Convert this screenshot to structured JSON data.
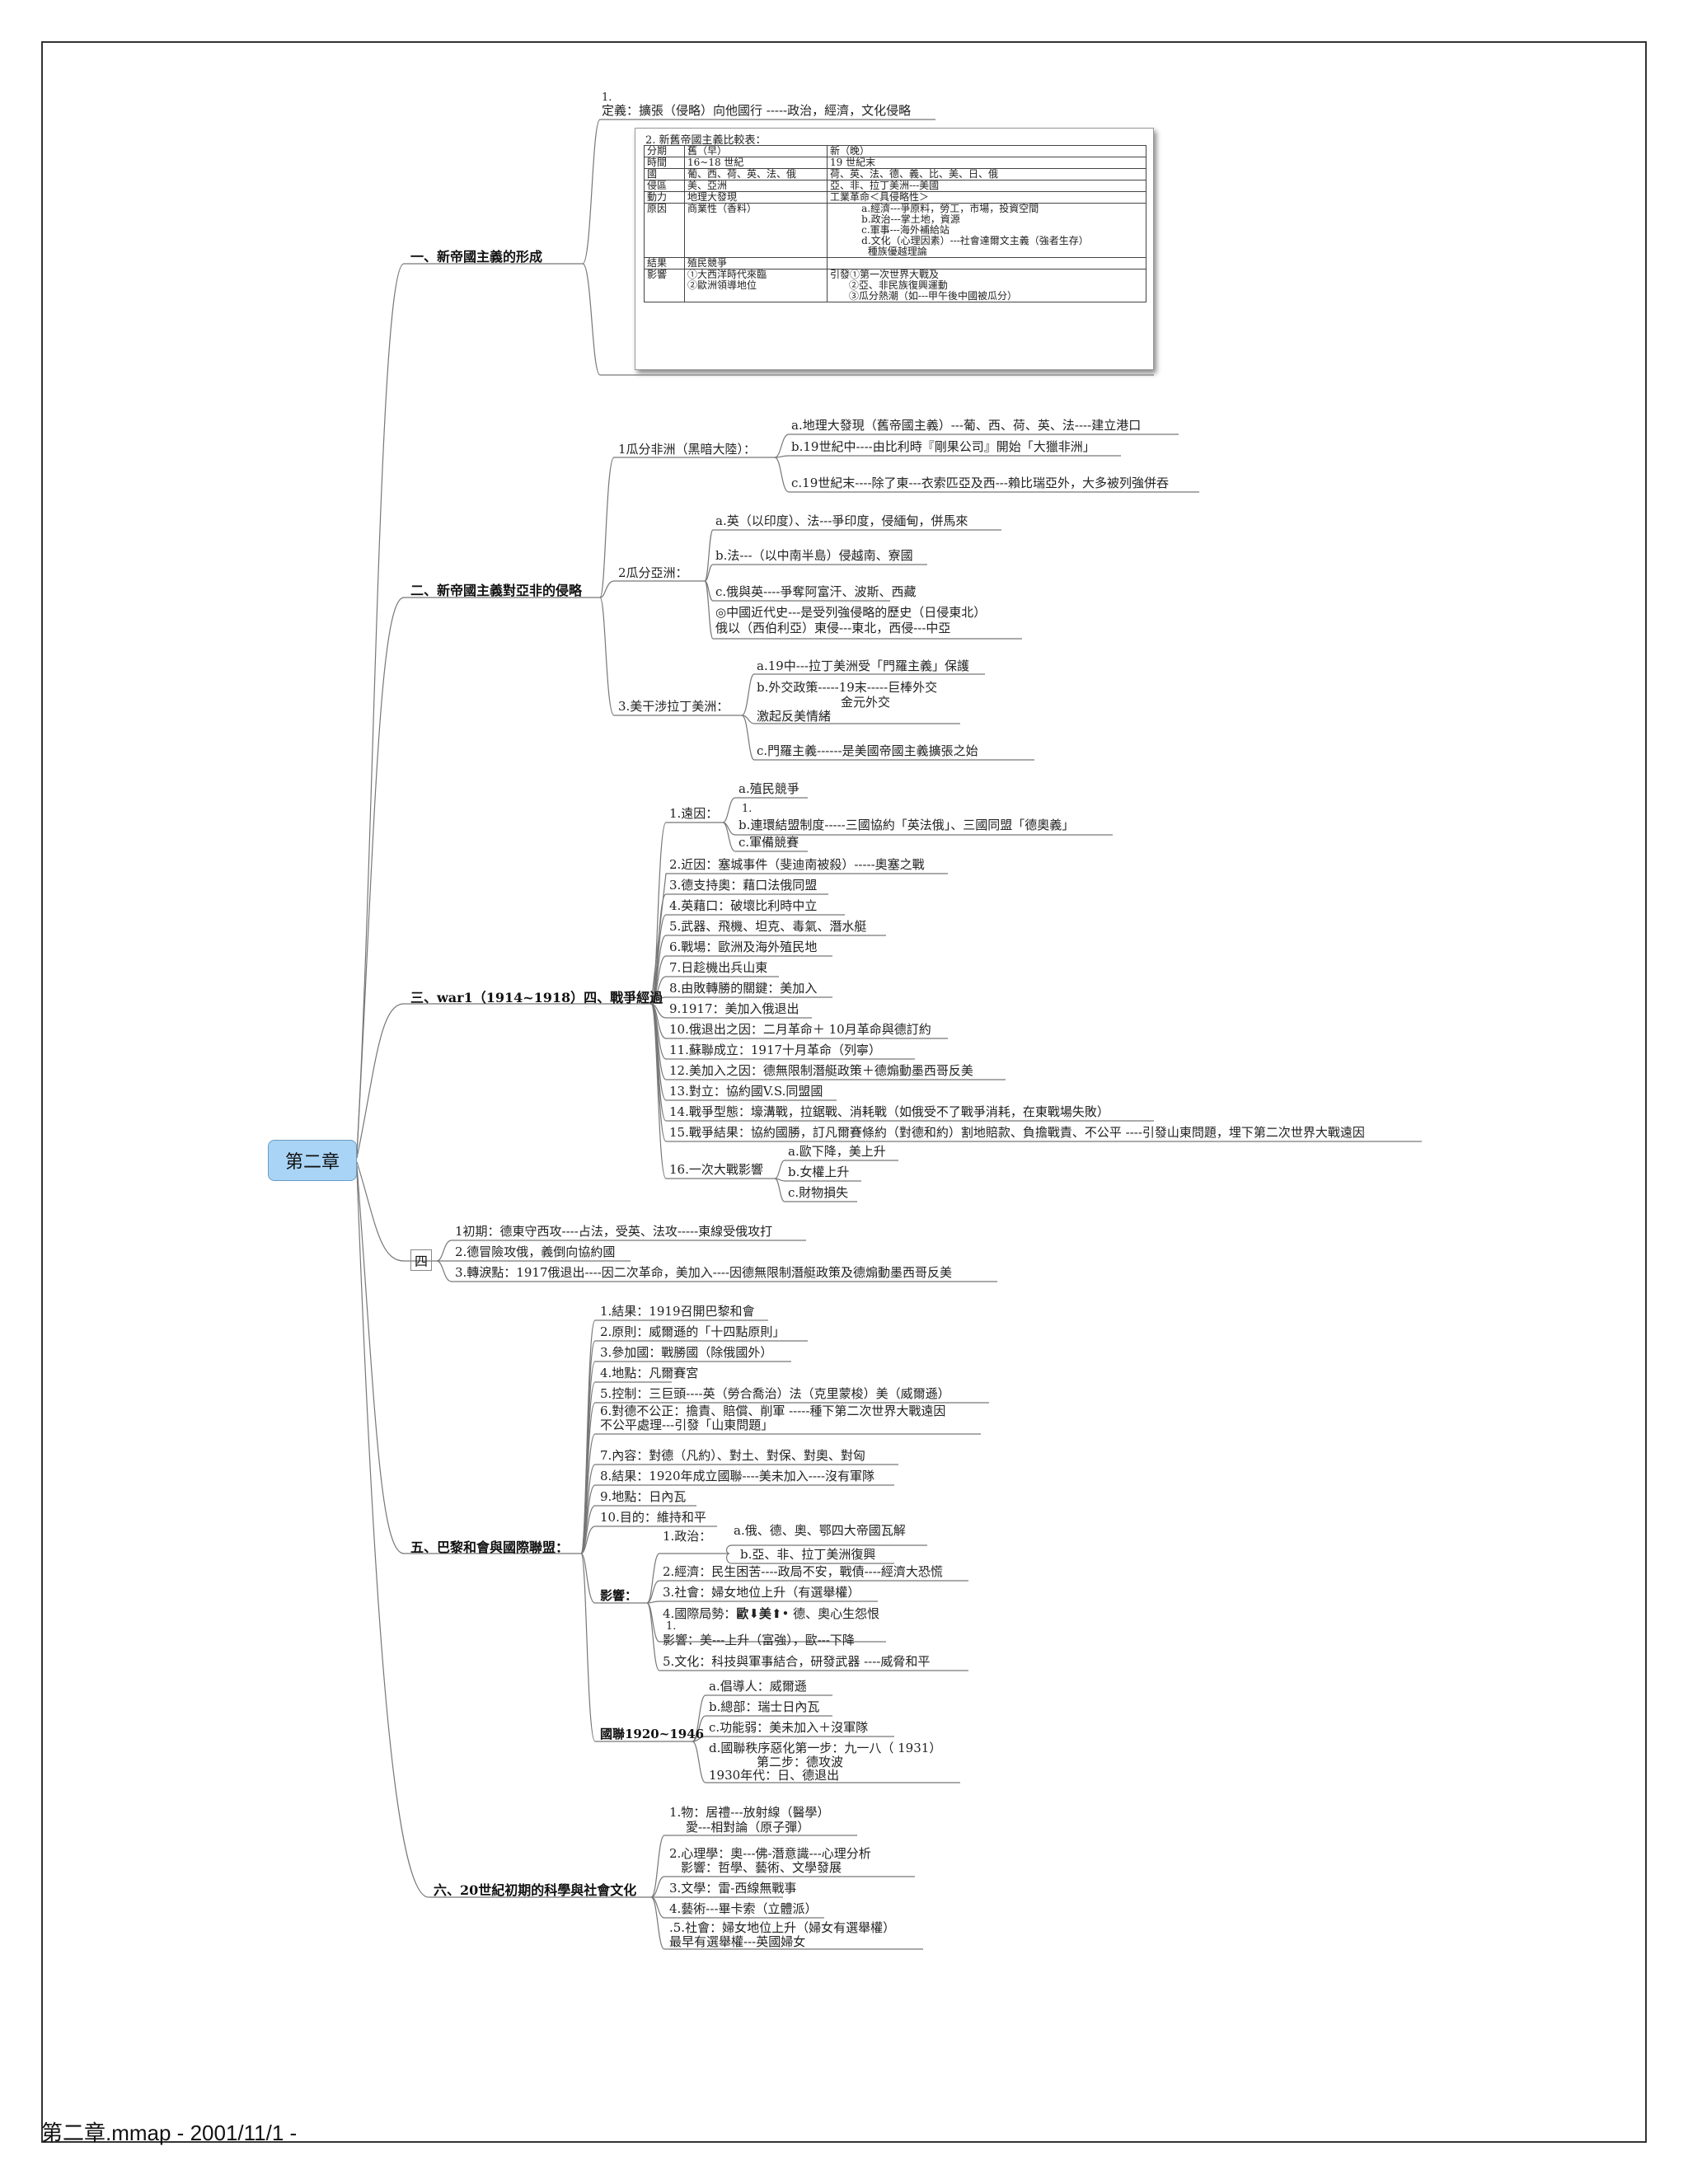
{
  "footer": "第二章.mmap - 2001/11/1 -",
  "central": "第二章",
  "topics": {
    "t1": "一、新帝國主義的形成",
    "t2": "二、新帝國主義對亞非的侵略",
    "t3": "三、war1（1914~1918）四、戰爭經過",
    "t4": "四",
    "t5": "五、巴黎和會與國際聯盟：",
    "t6": "六、20世紀初期的科學與社會文化"
  },
  "t1": {
    "num": "1.",
    "definition": "定義：擴張（侵略）向他國行 -----政治，經濟，文化侵略",
    "table_title": "2.     新舊帝國主義比較表：",
    "table": [
      [
        "分期",
        "舊（早）",
        "新（晚）"
      ],
      [
        "時間",
        "16~18 世紀",
        "19 世紀末"
      ],
      [
        "國",
        "葡、西、荷、英、法、俄",
        "荷、英、法、德、義、比、美、日、俄"
      ],
      [
        "侵區",
        "美、亞洲",
        "亞、非、拉丁美洲---美國"
      ],
      [
        "動力",
        "地理大發現",
        "工業革命＜具侵略性＞"
      ],
      [
        "原因",
        "商業性（香料）",
        "          a.經濟---爭原料，勞工，市場，投資空間\n          b.政治---掌土地，資源\n          c.軍事---海外補給站\n          d.文化（心理因素）---社會達爾文主義（強者生存）\n            種族優越理論"
      ],
      [
        "結果",
        "殖民競爭",
        ""
      ],
      [
        "影響",
        "①大西洋時代來臨\n②歐洲領導地位",
        "引發①第一次世界大戰及\n      ②亞、非民族復興運動\n      ③瓜分熱潮（如---甲午後中國被瓜分）"
      ]
    ]
  },
  "t2": {
    "g1": "1瓜分非洲（黑暗大陸）：",
    "g1a": "a.地理大發現（舊帝國主義）---葡、西、荷、英、法----建立港口",
    "g1b": "b.19世紀中----由比利時『剛果公司』開始「大獵非洲」",
    "g1c": "c.19世紀末----除了東---衣索匹亞及西---賴比瑞亞外，大多被列強併吞",
    "g2": "2瓜分亞洲：",
    "g2a": "a.英（以印度）、法---爭印度，侵緬甸，併馬來",
    "g2b": "b.法---（以中南半島）侵越南、寮國",
    "g2c": "c.俄與英----爭奪阿富汗、波斯、西藏",
    "g2d1": "◎中國近代史---是受列強侵略的歷史（日侵東北）",
    "g2d2": "俄以（西伯利亞）東侵---東北，西侵---中亞",
    "g3": "3.美干涉拉丁美洲：",
    "g3a": "a.19中---拉丁美洲受「門羅主義」保護",
    "g3b1": "b.外交政策-----19末-----巨棒外交",
    "g3b2": "金元外交",
    "g3b3": "激起反美情緒",
    "g3c": "c.門羅主義------是美國帝國主義擴張之始"
  },
  "t3": {
    "i1": "1.遠因：",
    "i1a": "a.殖民競爭",
    "i1b1": "1.",
    "i1b2": "b.連環結盟制度-----三國協約「英法俄」、三國同盟「德奧義」",
    "i1c": "c.軍備競賽",
    "i2": "2.近因：塞城事件（斐迪南被殺）-----奧塞之戰",
    "i3": "3.德支持奧：藉口法俄同盟",
    "i4": "4.英藉口：破壞比利時中立",
    "i5": "5.武器、飛機、坦克、毒氣、潛水艇",
    "i6": "6.戰場：歐洲及海外殖民地",
    "i7": "7.日趁機出兵山東",
    "i8": "8.由敗轉勝的關鍵：美加入",
    "i9": "9.1917：美加入俄退出",
    "i10": "10.俄退出之因：二月革命＋ 10月革命與德訂約",
    "i11": "11.蘇聯成立：1917十月革命（列寧）",
    "i12": "12.美加入之因：德無限制潛艇政策＋德煽動墨西哥反美",
    "i13": "13.對立：協約國V.S.同盟國",
    "i14": "14.戰爭型態：壕溝戰，拉鋸戰、消耗戰（如俄受不了戰爭消耗，在東戰場失敗）",
    "i15": "15.戰爭結果：協約國勝，訂凡爾賽條約（對德和約）割地賠款、負擔戰責、不公平 ----引發山東問題，埋下第二次世界大戰遠因",
    "i16": "16.一次大戰影響",
    "i16a": "a.歐下降，美上升",
    "i16b": "b.女權上升",
    "i16c": "c.財物損失"
  },
  "t4": {
    "i1": "1初期：德東守西攻----占法，受英、法攻-----東線受俄攻打",
    "i2": "2.德冒險攻俄，義倒向協約國",
    "i3": "3.轉淚點：1917俄退出----因二次革命，美加入----因德無限制潛艇政策及德煽動墨西哥反美"
  },
  "t5": {
    "i1": "1.結果：1919召開巴黎和會",
    "i2": "2.原則：威爾遜的「十四點原則」",
    "i3": "3.參加國：戰勝國（除俄國外）",
    "i4": "4.地點：凡爾賽宮",
    "i5": "5.控制：三巨頭----英（勞合喬治）法（克里蒙梭）美（威爾遜）",
    "i6a": "6.對德不公正：擔責、賠償、削軍 -----種下第二次世界大戰遠因",
    "i6b": "不公平處理---引發「山東問題」",
    "i7": "7.內容：對德（凡約）、對土、對保、對奧、對匈",
    "i8": "8.結果：1920年成立國聯----美未加入----沒有軍隊",
    "i9": "9.地點：日內瓦",
    "i10": "10.目的：維持和平",
    "influence": "影響：",
    "p1": "1.政治：",
    "p1a": "a.俄、德、奧、鄂四大帝國瓦解",
    "p1b": "b.亞、非、拉丁美洲復興",
    "p2": "2.經濟：民生困苦----政局不安，戰債----經濟大恐慌",
    "p3": "3.社會：婦女地位上升（有選舉權）",
    "p4a": "4.國際局勢：",
    "p4b": "歐",
    "p4c": "美",
    "p4d": "• 德、奧心生怨恨",
    "p4e": "1.",
    "p4f": "影響：美---上升（富強），歐---下降",
    "p5": "5.文化：科技與軍事結合，研發武器 ----威脅和平",
    "league": "國聯1920~1946",
    "la": "a.倡導人：威爾遜",
    "lb": "b.總部：瑞士日內瓦",
    "lc": "c.功能弱：美未加入＋沒軍隊",
    "ld1": "d.國聯秩序惡化第一步：九一八（ 1931）",
    "ld2": "第二步：德攻波",
    "ld3": "1930年代：日、德退出"
  },
  "t6": {
    "i1a": "1.物：居禮---放射線（醫學）",
    "i1b": "愛---相對論（原子彈）",
    "i2a": "2.心理學：奧---佛-潛意識---心理分析",
    "i2b": "影響：哲學、藝術、文學發展",
    "i3": "3.文學：雷-西線無戰事",
    "i4": "4.藝術---畢卡索（立體派）",
    "i5a": ".5.社會：婦女地位上升（婦女有選舉權）",
    "i5b": "最早有選舉權---英國婦女"
  }
}
